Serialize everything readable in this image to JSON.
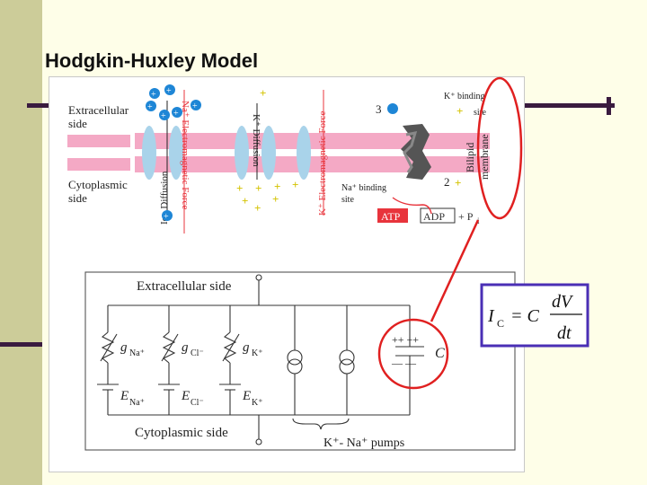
{
  "slide": {
    "title": "Hodgkin-Huxley Model"
  },
  "top_figure": {
    "extracellular_label": [
      "Extracellular",
      "side"
    ],
    "cytoplasmic_label": [
      "Cytoplasmic",
      "side"
    ],
    "ion_diffusion": "Ion Diffusion",
    "na_force": "Na⁺ Electromagnetic Force",
    "k_diffusion": "K⁺ Diffusion",
    "k_force": "K⁺ Electromagnetic Force",
    "k_binding": [
      "K⁺ binding",
      "site"
    ],
    "na_binding": [
      "Na⁺ binding",
      "site"
    ],
    "num_3": "3",
    "num_2": "2",
    "atp": "ATP",
    "adp": "ADP",
    "pi": "+ P",
    "pi_sub": "i",
    "membrane": [
      "Bilipid",
      "membrane"
    ]
  },
  "circuit": {
    "top_label": "Extracellular side",
    "bottom_label": "Cytoplasmic side",
    "g_na": "g",
    "g_na_sub": "Na⁺",
    "g_cl": "g",
    "g_cl_sub": "Cl⁻",
    "g_k": "g",
    "g_k_sub": "K⁺",
    "e_na": "E",
    "e_na_sub": "Na⁺",
    "e_cl": "E",
    "e_cl_sub": "Cl⁻",
    "e_k": "E",
    "e_k_sub": "K⁺",
    "cap_plus": "++ ++",
    "cap_minus": "–– ––",
    "cap_label": "C",
    "pumps": "K⁺- Na⁺ pumps"
  },
  "equation": {
    "lhs": "I",
    "lhs_sub": "C",
    "equals": "= C",
    "num": "dV",
    "den": "dt"
  },
  "colors": {
    "membrane_pink": "#f4a9c5",
    "channel_blue": "#a9d3ea",
    "ion_plus_yellow": "#f2e200",
    "ion_blue": "#1e86d6",
    "force_red": "#e8343c",
    "highlight_red": "#e02020",
    "equation_border": "#4a2fb5"
  }
}
